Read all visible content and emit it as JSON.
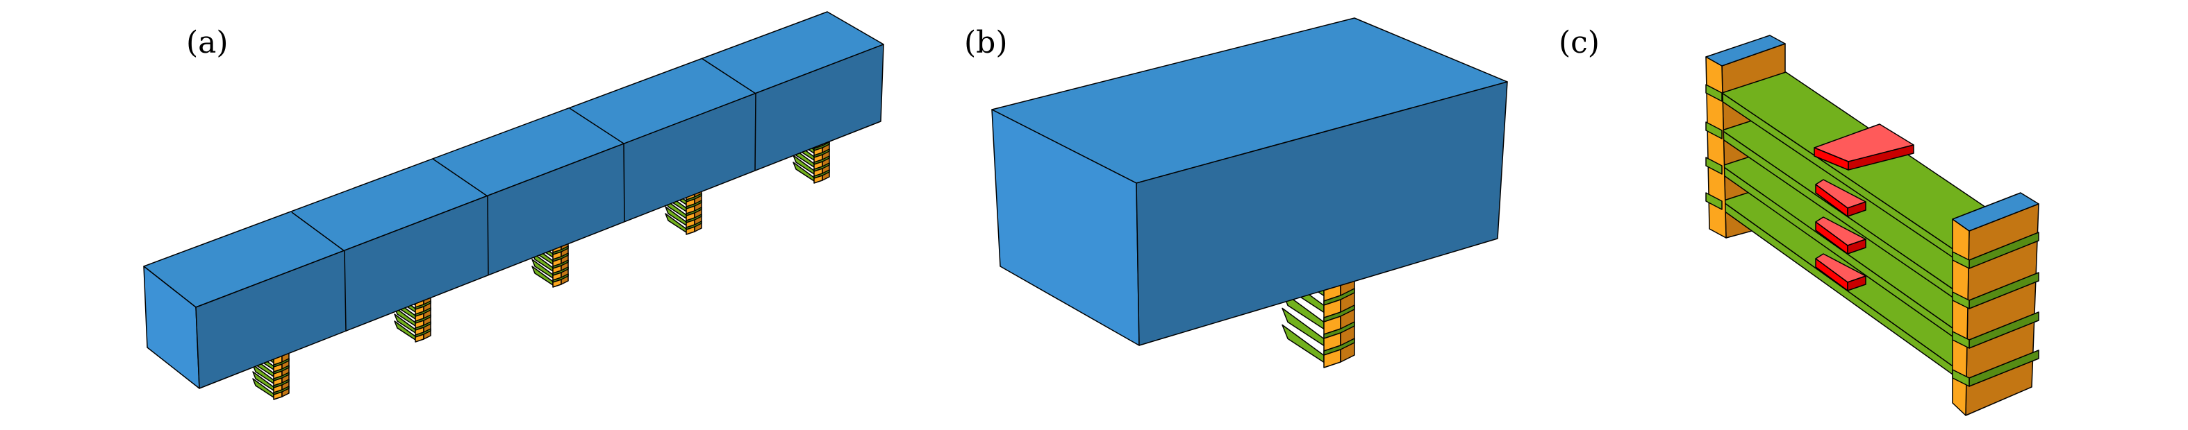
{
  "panels": [
    {
      "label": "(a)"
    },
    {
      "label": "(b)"
    },
    {
      "label": "(c)"
    }
  ],
  "colors": {
    "blue_top": "#3a8ecd",
    "blue_front": "#2d6c9c",
    "blue_end": "#3d92d6",
    "orange_light": "#fca61e",
    "orange_dark": "#c37613",
    "green": "#72b11d",
    "green_dark": "#568c14",
    "red_light": "#ff5a5a",
    "red": "#ff0000",
    "red_dark": "#c80000"
  }
}
